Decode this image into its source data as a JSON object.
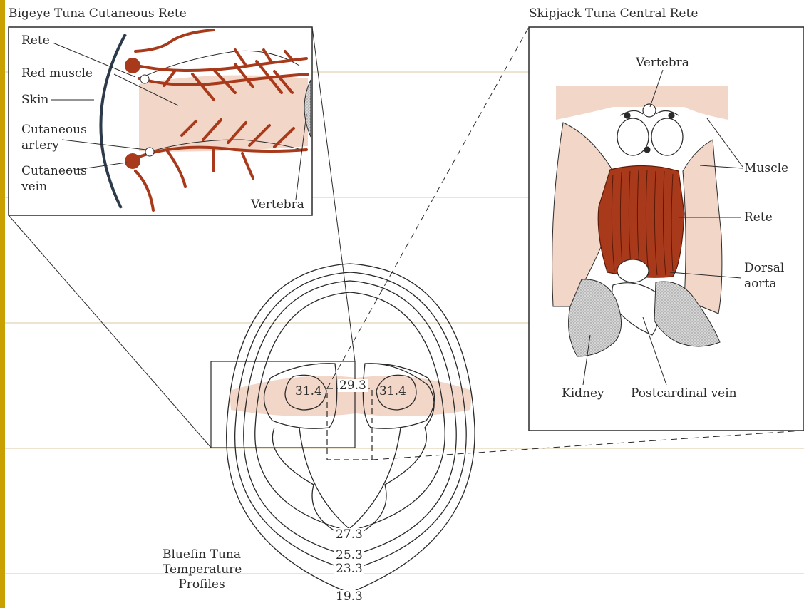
{
  "left_panel": {
    "title": "Bigeye Tuna Cutaneous Rete",
    "labels": {
      "rete": "Rete",
      "red_muscle": "Red muscle",
      "skin": "Skin",
      "cutaneous_artery": [
        "Cutaneous",
        "artery"
      ],
      "cutaneous_vein": [
        "Cutaneous",
        "vein"
      ],
      "vertebra": "Vertebra"
    }
  },
  "right_panel": {
    "title": "Skipjack Tuna Central Rete",
    "labels": {
      "vertebra": "Vertebra",
      "muscle": "Muscle",
      "rete": "Rete",
      "dorsal_aorta": [
        "Dorsal",
        "aorta"
      ],
      "kidney": "Kidney",
      "postcardinal_vein": "Postcardinal vein"
    }
  },
  "cross_section": {
    "caption": [
      "Bluefin Tuna",
      "Temperature",
      "Profiles"
    ],
    "isotherms": [
      "31.4",
      "29.3",
      "31.4",
      "27.3",
      "25.3",
      "23.3",
      "19.3"
    ]
  },
  "colors": {
    "border": "#c8a000",
    "rete_red": "#a8391a",
    "muscle_pink": "#f2d6c8",
    "kidney_gray": "#bfbfbf",
    "line": "#2a2a2a",
    "guide_line": "#d8c9a0"
  }
}
